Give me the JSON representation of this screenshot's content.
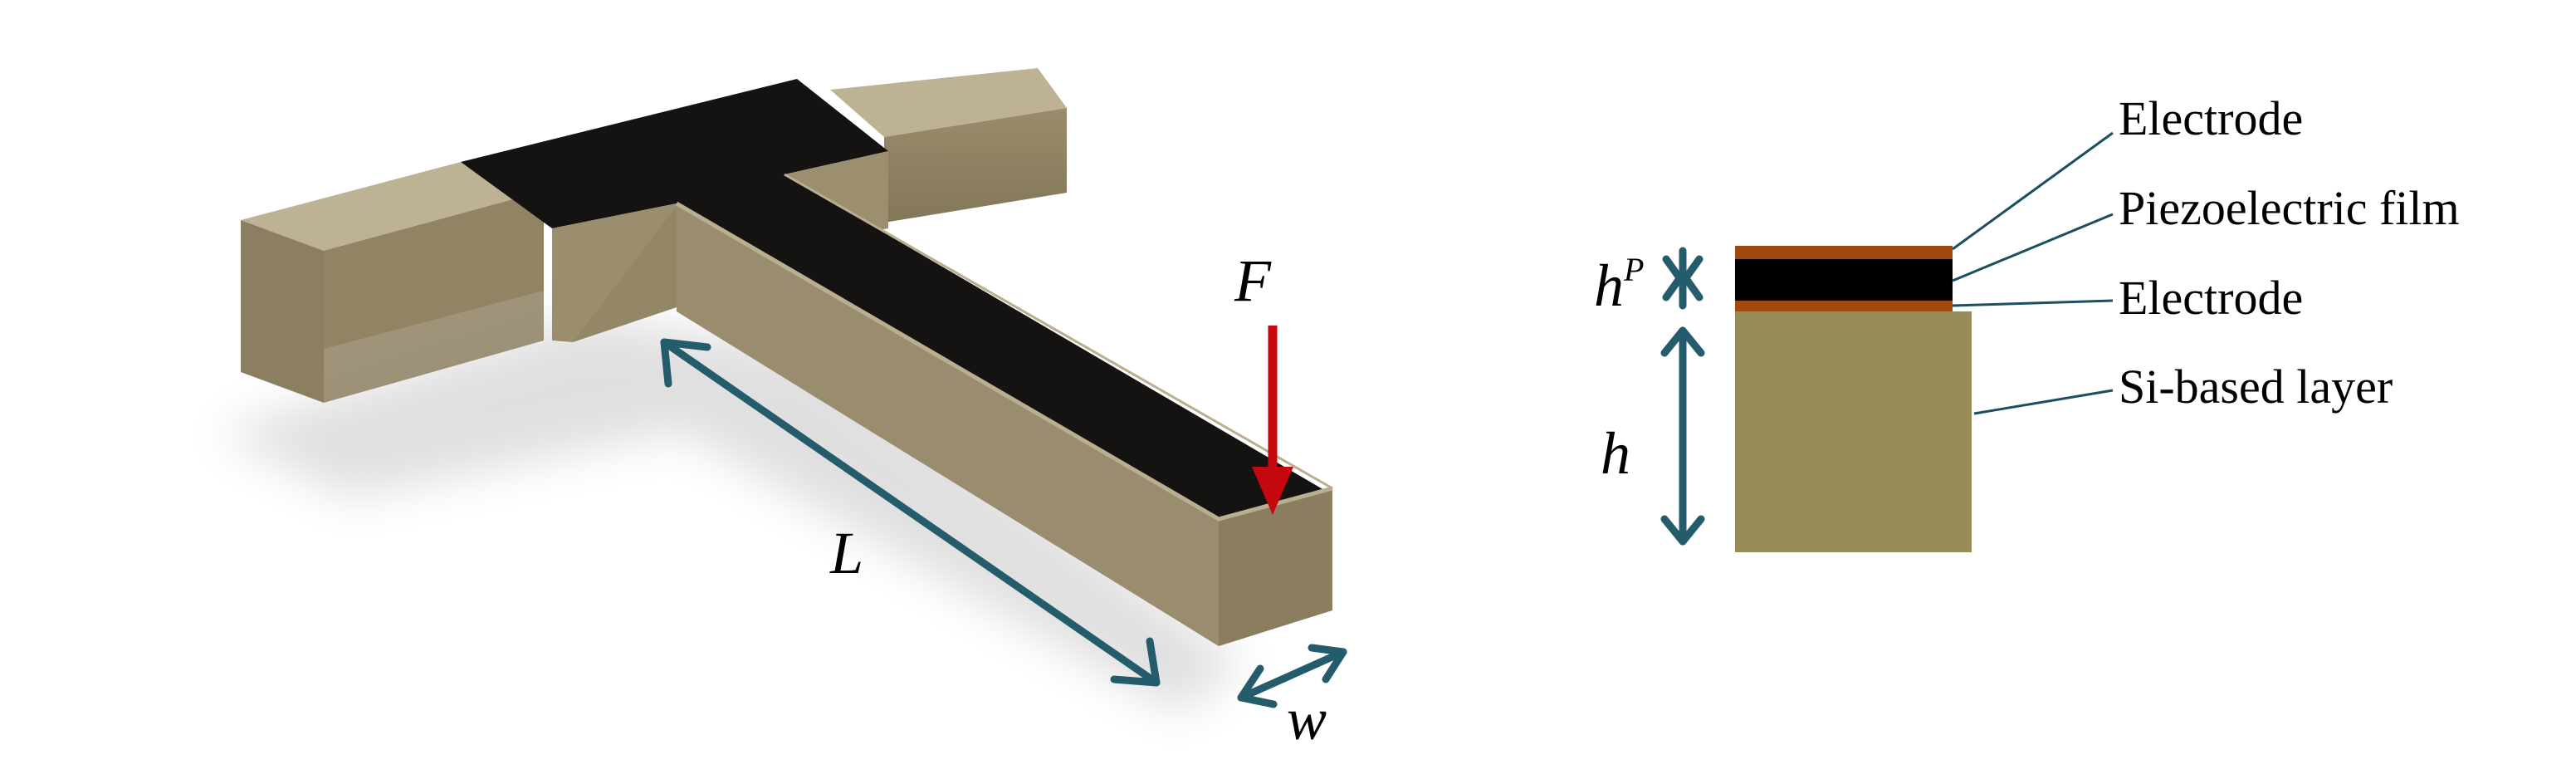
{
  "left_figure": {
    "labels": {
      "force": "F",
      "length": "L",
      "width": "w"
    }
  },
  "right_figure": {
    "labels": {
      "piezo_thickness_base": "h",
      "piezo_thickness_sup": "P",
      "substrate_thickness": "h"
    },
    "layers": [
      {
        "name": "Electrode"
      },
      {
        "name": "Piezoelectric film"
      },
      {
        "name": "Electrode"
      },
      {
        "name": "Si-based layer"
      }
    ]
  },
  "colors": {
    "beam_top": "#bbb193",
    "beam_front": "#8b7e60",
    "beam_side": "#a89b7b",
    "black_film": "#141312",
    "arrow_teal": "#245c6b",
    "force_red": "#c4080d",
    "electrode": "#a04a10",
    "piezo": "#000000",
    "si_layer": "#978d58",
    "leader": "#1b4e5e"
  }
}
